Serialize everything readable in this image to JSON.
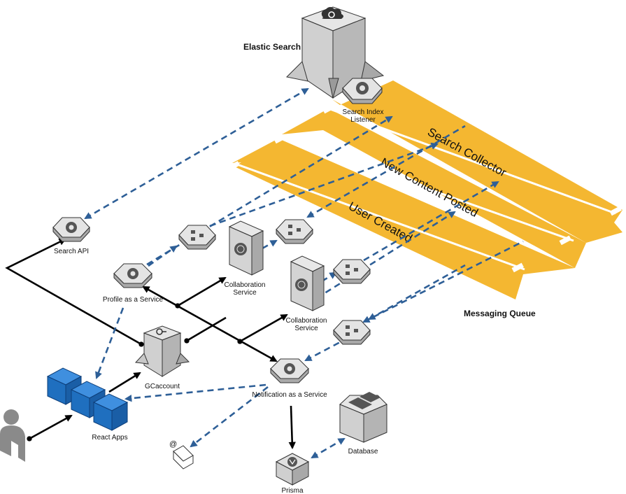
{
  "labels": {
    "elastic_search": "Elastic Search",
    "search_index_listener": "Search Index\nListener",
    "search_api": "Search API",
    "profile_service": "Profile as a Service",
    "collaboration_service_1": "Collaboration\nService",
    "collaboration_service_2": "Collaboration\nService",
    "gcaccount": "GCaccount",
    "notification_service": "Notification as a Service",
    "react_apps": "React Apps",
    "database": "Database",
    "prisma": "Prisma",
    "messaging_queue": "Messaging Queue"
  },
  "queues": {
    "search_collector": "Search Collector",
    "new_content_posted": "New Content Posted",
    "user_created": "User Created"
  },
  "icons": {
    "elastic": "elastic-search-server-icon",
    "gear": "gear-service-icon",
    "flow": "flow-listener-icon",
    "server": "server-icon",
    "key": "key-server-icon",
    "apps": "blue-app-cube-icon",
    "user": "user-icon",
    "mail": "email-icon",
    "database": "database-icon",
    "prisma": "prisma-icon"
  },
  "colors": {
    "queue": "#f4b731",
    "dashed_arrow": "#2e5f97",
    "solid_arrow": "#000000",
    "node_gray": "#d9d9d9",
    "app_blue": "#1f6fbf"
  }
}
